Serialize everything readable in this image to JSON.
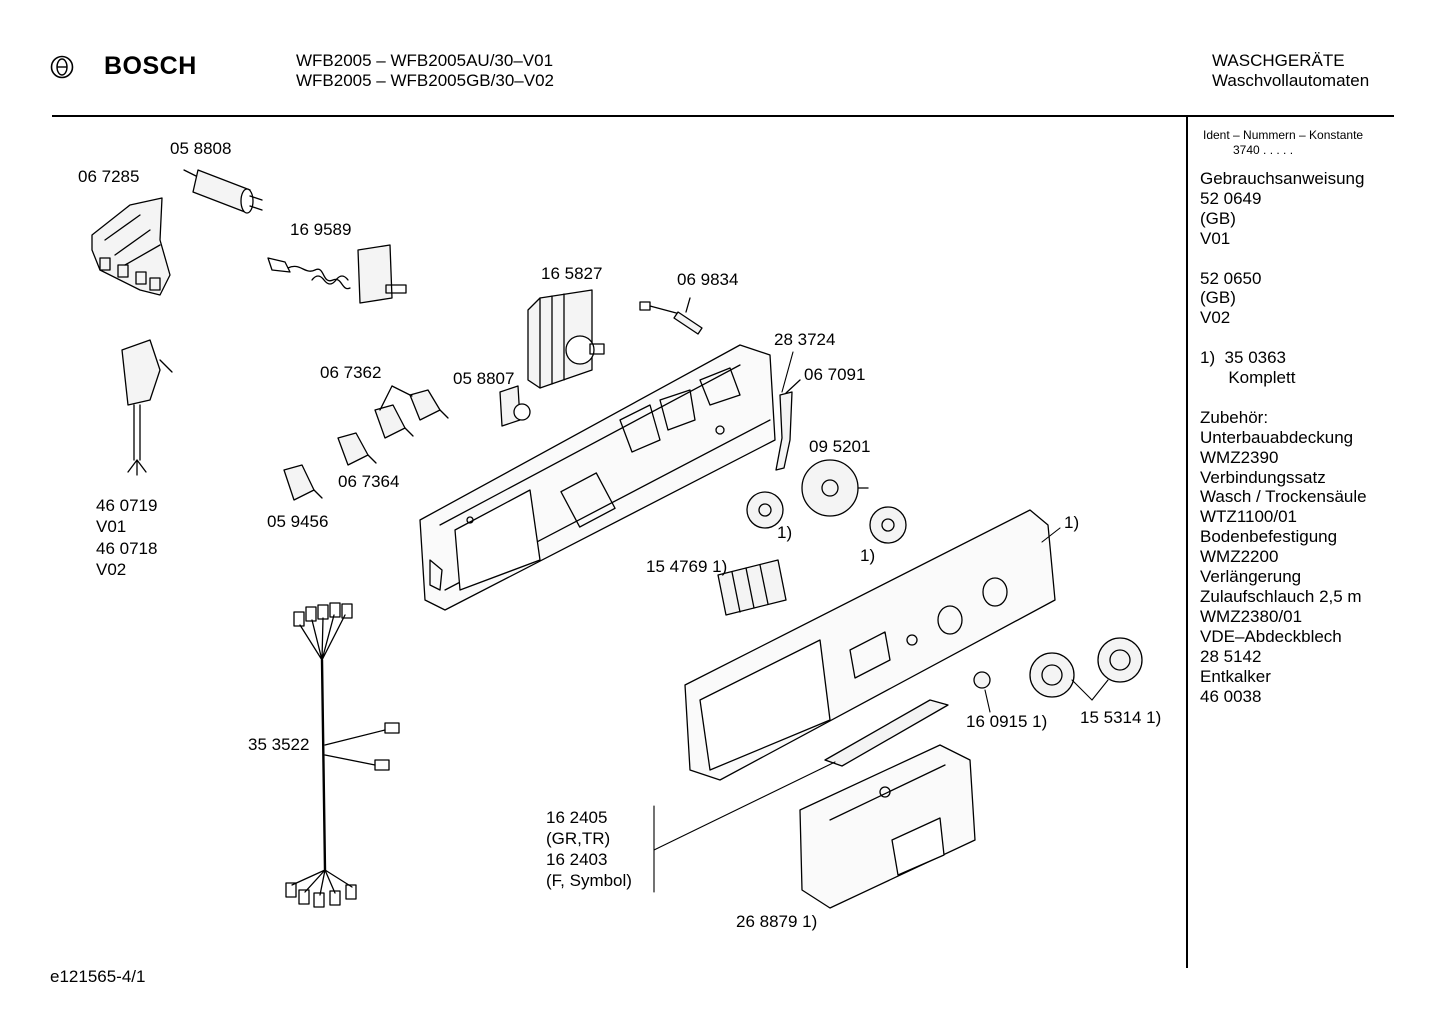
{
  "header": {
    "brand": "BOSCH",
    "model_lines": [
      "WFB2005 – WFB2005AU/30–V01",
      "WFB2005 – WFB2005GB/30–V02"
    ],
    "category": "WASCHGERÄTE",
    "subcategory": "Waschvollautomaten"
  },
  "parts": {
    "p058808": "05 8808",
    "p067285": "06 7285",
    "p169589": "16 9589",
    "p165827": "16 5827",
    "p069834": "06 9834",
    "p283724": "28 3724",
    "p067091": "06 7091",
    "p067362": "06 7362",
    "p058807": "05 8807",
    "p067364": "06 7364",
    "p059456": "05 9456",
    "p095201": "09 5201",
    "note1a": "1)",
    "note1b": "1)",
    "note1c": "1)",
    "p154769": "15 4769 1)",
    "p160915": "16 0915 1)",
    "p155314": "15 5314 1)",
    "p353522": "35 3522",
    "p162405_lines": [
      "16 2405",
      "(GR,TR)",
      "16 2403",
      "(F, Symbol)"
    ],
    "p268879": "26 8879 1)",
    "cable_lines": [
      "46 0719",
      "V01",
      "46 0718",
      "V02"
    ]
  },
  "sidebar": {
    "ident_title": "Ident – Nummern – Konstante",
    "ident_value": "3740  .   .   .   .   .",
    "lines": [
      "Gebrauchsanweisung",
      "52 0649",
      "(GB)",
      "V01",
      "",
      "52 0650",
      "(GB)",
      "V02",
      "",
      "1)  35 0363",
      "      Komplett",
      "",
      "Zubehör:",
      "Unterbauabdeckung",
      "WMZ2390",
      "Verbindungssatz",
      "Wasch / Trockensäule",
      "WTZ1100/01",
      "Bodenbefestigung",
      "WMZ2200",
      "Verlängerung",
      "Zulaufschlauch 2,5 m",
      "WMZ2380/01",
      "VDE–Abdeckblech",
      "28 5142",
      "Entkalker",
      "46 0038"
    ]
  },
  "footer": {
    "code": "e121565-4/1"
  }
}
